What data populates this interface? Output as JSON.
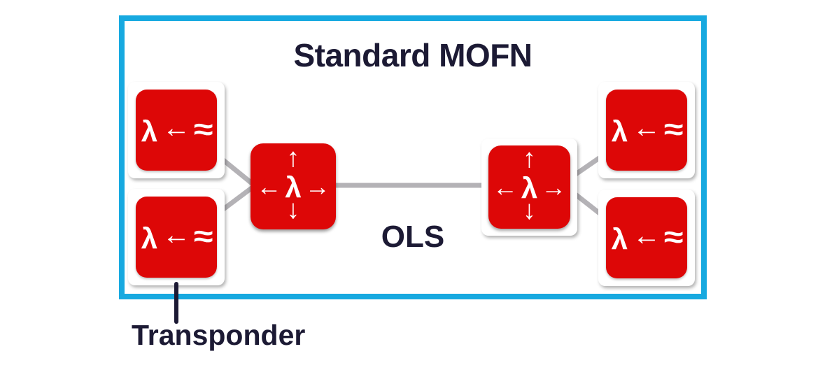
{
  "diagram": {
    "title": "Standard MOFN",
    "ols_label": "OLS",
    "transponder_label": "Transponder",
    "icons": {
      "lambda": "λ",
      "arrow_left": "←",
      "arrow_right": "→",
      "arrow_up": "↑",
      "arrow_down": "↓",
      "wave": "≈"
    },
    "nodes": {
      "transponder_count": 4,
      "optical_switch_count": 2
    },
    "colors": {
      "frame_blue": "#17A9E0",
      "node_red": "#DD0707",
      "text_navy": "#1C1A34",
      "connector_gray": "#B4B2B6",
      "glyph_white": "#FFFFFF",
      "background": "#FFFFFF"
    }
  }
}
